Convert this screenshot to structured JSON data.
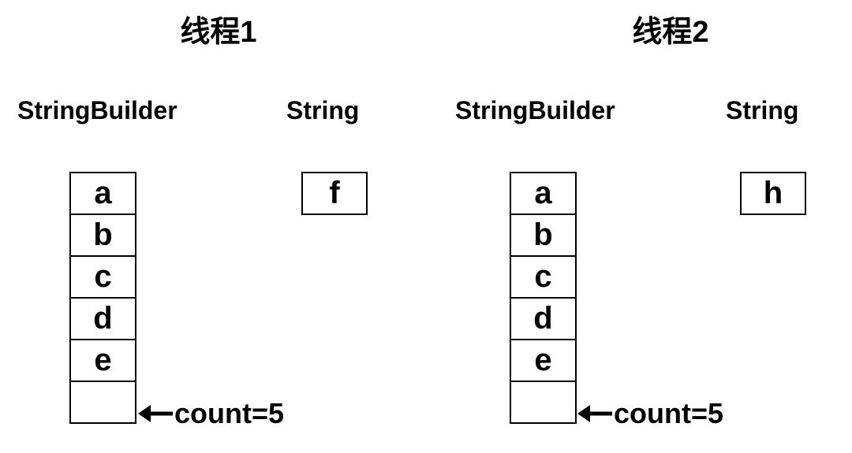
{
  "colors": {
    "background": "#ffffff",
    "foreground": "#000000"
  },
  "threads": [
    {
      "title": "线程1",
      "stringbuilder": {
        "label": "StringBuilder",
        "cells": [
          "a",
          "b",
          "c",
          "d",
          "e",
          ""
        ],
        "count_annotation": "count=5",
        "arrow_icon": "left-arrow"
      },
      "string": {
        "label": "String",
        "value": "f"
      }
    },
    {
      "title": "线程2",
      "stringbuilder": {
        "label": "StringBuilder",
        "cells": [
          "a",
          "b",
          "c",
          "d",
          "e",
          ""
        ],
        "count_annotation": "count=5",
        "arrow_icon": "left-arrow"
      },
      "string": {
        "label": "String",
        "value": "h"
      }
    }
  ]
}
